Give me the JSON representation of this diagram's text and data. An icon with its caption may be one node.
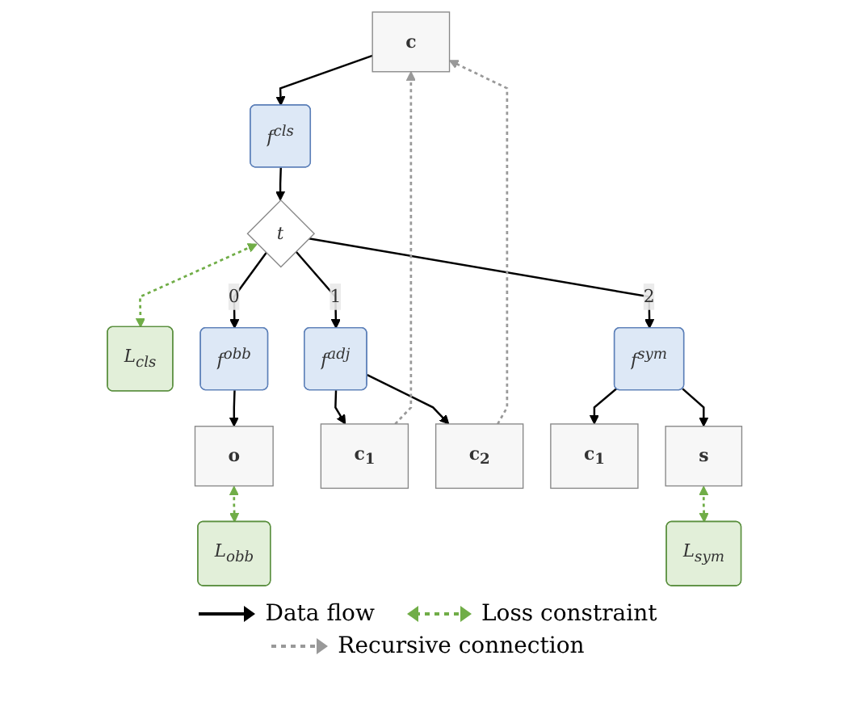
{
  "diagram": {
    "nodes": [
      {
        "text": [
          "c"
        ]
      },
      {
        "text": [
          "f$^{cls}$"
        ]
      },
      {
        "text": [
          "t"
        ]
      },
      {
        "text": [
          "L$_{cls}$"
        ]
      },
      {
        "text": [
          "f$^{obb}$"
        ]
      },
      {
        "text": [
          "f$^{adj}$"
        ]
      },
      {
        "text": [
          "f$^{sym}$"
        ]
      },
      {
        "text": [
          "o"
        ]
      },
      {
        "text": [
          "c$_{1}$"
        ]
      },
      {
        "text": [
          "c$_{2}$"
        ]
      },
      {
        "text": [
          "c$_{1}$"
        ]
      },
      {
        "text": [
          "s"
        ]
      },
      {
        "text": [
          "L$_{obb}$"
        ]
      },
      {
        "text": [
          "L$_{sym}$"
        ]
      }
    ],
    "edges": [
      {
        "from": 0,
        "to": 1,
        "arrow": "to"
      },
      {
        "from": 1,
        "to": 2,
        "arrow": "to"
      },
      {
        "from": 2,
        "to": 3,
        "arrow": "both",
        "style": "dashed",
        "color": "#70ad47"
      },
      {
        "from": 2,
        "to": 4,
        "arrow": "to",
        "label": "0"
      },
      {
        "from": 2,
        "to": 5,
        "arrow": "to",
        "label": "1"
      },
      {
        "from": 2,
        "to": 6,
        "arrow": "to",
        "label": "2"
      },
      {
        "from": 4,
        "to": 7,
        "arrow": "to"
      },
      {
        "from": 5,
        "to": 8,
        "arrow": "to"
      },
      {
        "from": 5,
        "to": 9,
        "arrow": "to"
      },
      {
        "from": 6,
        "to": 10,
        "arrow": "to"
      },
      {
        "from": 6,
        "to": 11,
        "arrow": "to"
      },
      {
        "from": 7,
        "to": 12,
        "arrow": "both",
        "style": "dashed",
        "color": "#70ad47"
      },
      {
        "from": 11,
        "to": 13,
        "arrow": "both",
        "style": "dashed",
        "color": "#70ad47"
      },
      {
        "from": 8,
        "to": 0,
        "arrow": "to",
        "style": "dashed",
        "color": "#999999"
      },
      {
        "from": 9,
        "to": 0,
        "arrow": "to",
        "style": "dashed",
        "color": "#999999"
      }
    ],
    "legend": [
      {
        "text": "Data flow"
      },
      {
        "text": "Loss constraint"
      },
      {
        "text": "Recursive connection"
      }
    ]
  }
}
